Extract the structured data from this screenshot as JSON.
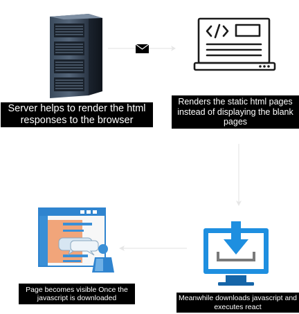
{
  "nodes": {
    "server": {
      "label": "Server helps to render the html responses to the browser",
      "icon": "server-rack-icon"
    },
    "render": {
      "label": "Renders the static html pages instead of displaying the blank pages",
      "icon": "code-laptop-icon"
    },
    "download": {
      "label": "Meanwhile downloads javascript and executes react",
      "icon": "download-monitor-icon"
    },
    "visible": {
      "label": "Page becomes visible Once the javascript is downloaded",
      "icon": "webpage-user-icon"
    }
  },
  "edges": [
    {
      "from": "server",
      "to": "render",
      "icon": "envelope-icon"
    },
    {
      "from": "render",
      "to": "download"
    },
    {
      "from": "download",
      "to": "visible"
    }
  ],
  "colors": {
    "label_bg": "#000000",
    "label_text": "#ffffff",
    "arrow": "#e6e6e6",
    "download_blue": "#1e8fe0",
    "page_orange": "#f1a57a"
  }
}
